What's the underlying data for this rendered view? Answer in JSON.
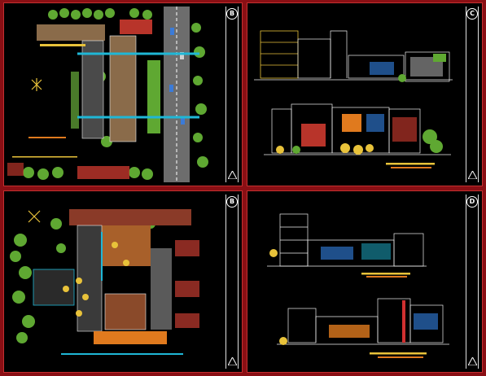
{
  "sheets": [
    {
      "id": "site-plan",
      "badge": "B"
    },
    {
      "id": "elevations",
      "badge": "C"
    },
    {
      "id": "ground-floor-plan",
      "badge": "B"
    },
    {
      "id": "sections",
      "badge": "D"
    }
  ],
  "colors": {
    "frame": "#8a0f14",
    "sheet": "#000000",
    "green": "#5fa832",
    "yellow": "#e8c23a",
    "orange": "#e07a1e",
    "cyan": "#1fb7d6",
    "red": "#b8342a",
    "white": "#f0f0f0"
  }
}
